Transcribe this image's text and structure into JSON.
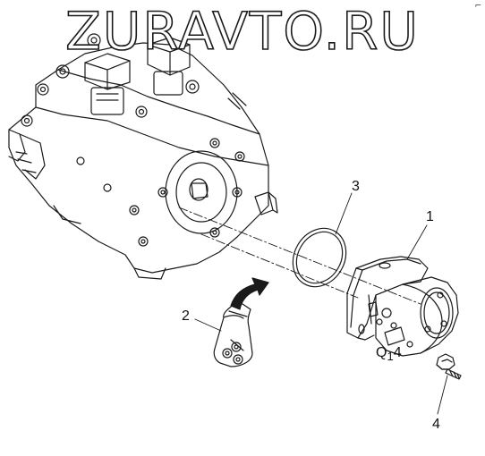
{
  "watermark": "ZURAVTO.RU",
  "corner_mark": "⌐",
  "callouts": {
    "c1": "1",
    "c2": "2",
    "c3": "3",
    "c4": "4"
  },
  "ref_code": {
    "letter": "Q",
    "digit1": "1",
    "digit2": "4"
  },
  "colors": {
    "line": "#1a1a1a",
    "background": "#ffffff"
  }
}
